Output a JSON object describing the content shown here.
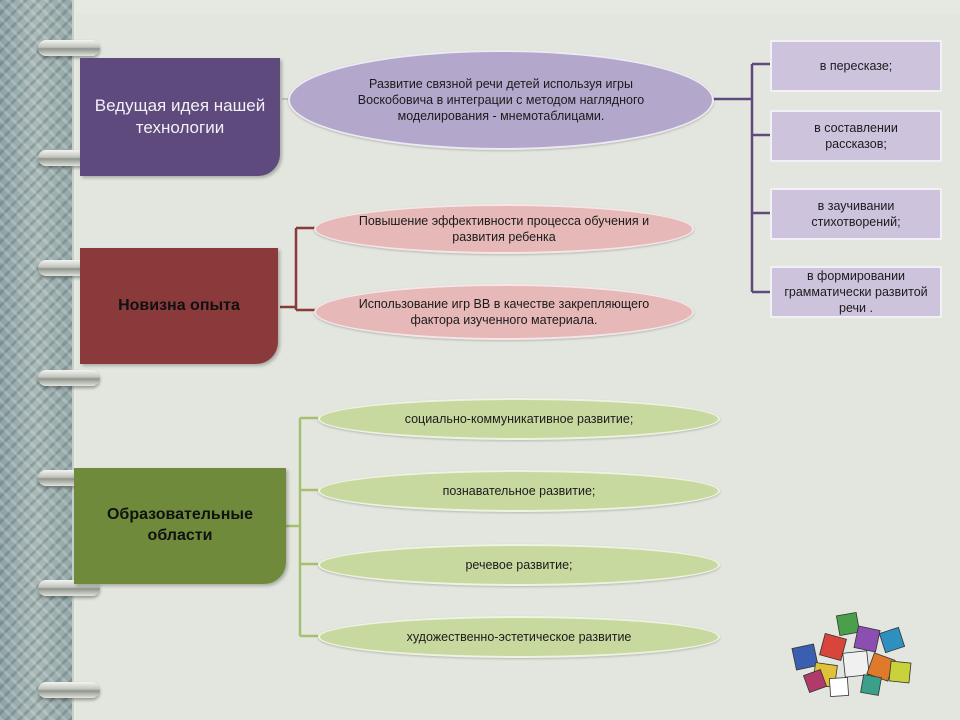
{
  "left_side": {
    "heading": "Ведущая идея нашей технологии",
    "idea": "Развитие связной речи детей используя игры Воскобовича в интеграции с методом наглядного моделирования - мнемотаблицами.",
    "uses": [
      "в пересказе;",
      "в составлении рассказов;",
      "в заучивании стихотворений;",
      "в формировании грамматически развитой речи ."
    ]
  },
  "novelty": {
    "heading": "Новизна опыта",
    "items": [
      "Повышение эффективности процесса обучения и развития ребенка",
      "Использование игр ВВ в качестве закрепляющего фактора изученного материала."
    ]
  },
  "areas": {
    "heading": "Образовательные области",
    "items": [
      "социально-коммуникативное развитие;",
      "познавательное развитие;",
      "речевое развитие;",
      "художественно-эстетическое развитие"
    ]
  },
  "colors": {
    "purple": "#5e4a7c",
    "red": "#8a3a3a",
    "green": "#6f8a3a"
  }
}
